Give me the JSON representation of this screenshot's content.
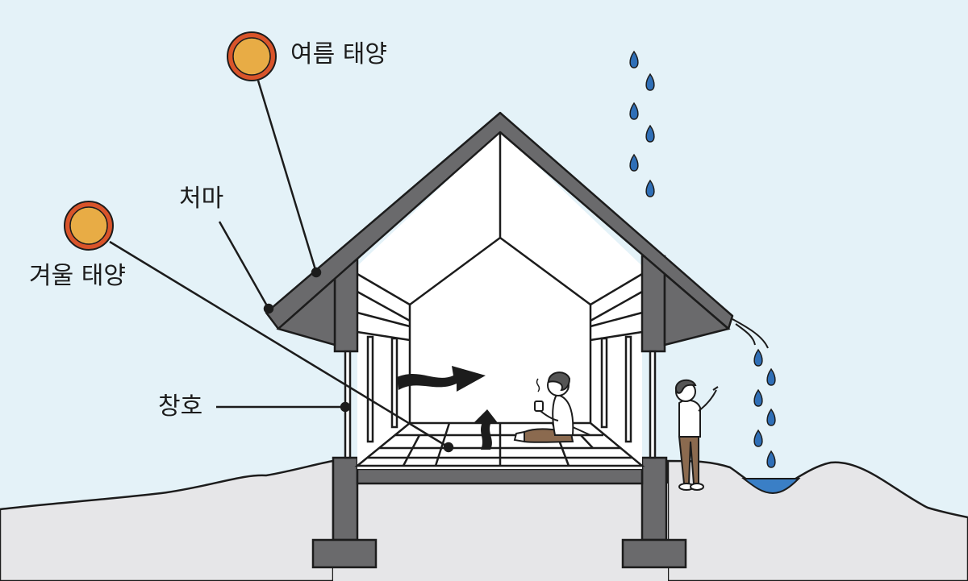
{
  "labels": {
    "summer_sun": "여름 태양",
    "winter_sun": "겨울 태양",
    "eaves": "처마",
    "window": "창호"
  },
  "colors": {
    "sky": "#e4f2f8",
    "ground": "#e6e6e8",
    "roof": "#6a6a6c",
    "outline": "#1c1c1c",
    "sun_fill": "#e8ac45",
    "sun_ring": "#d9542a",
    "rain": "#2f6fb7",
    "puddle": "#3a7fc6",
    "interior": "#ffffff",
    "shirt": "#ffffff",
    "pants": "#8b6a4f"
  },
  "icons": [
    "summer-sun-icon",
    "winter-sun-icon",
    "raindrop-icon",
    "airflow-arrow-icon",
    "person-sitting",
    "person-standing"
  ]
}
